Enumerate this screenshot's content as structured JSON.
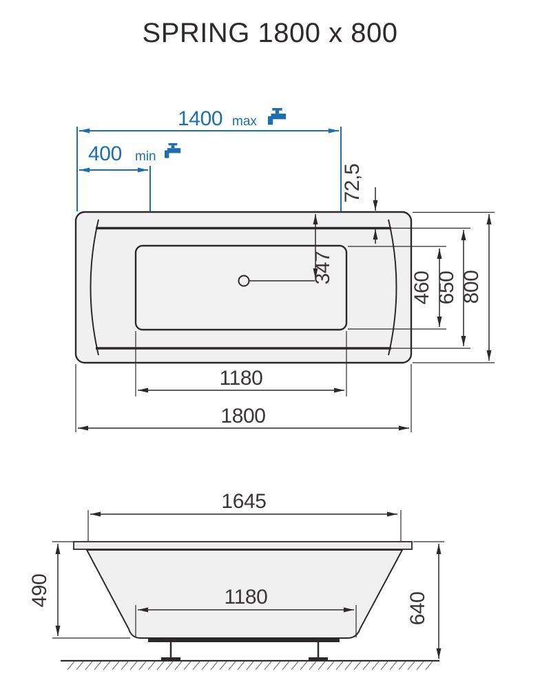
{
  "title": "SPRING 1800 x 800",
  "colors": {
    "accent_blue": "#1b6fb0",
    "line": "#2d292b",
    "tub_fill": "#f0f0f1"
  },
  "icons": {
    "tap": "faucet-icon"
  },
  "top_view": {
    "tap_max": {
      "value": "1400",
      "qualifier": "max"
    },
    "tap_min": {
      "value": "400",
      "qualifier": "min"
    },
    "rim_width": "72,5",
    "drain_offset": "347",
    "basin_width": "460",
    "inner_width": "650",
    "overall_width": "800",
    "basin_length": "1180",
    "overall_length": "1800"
  },
  "side_view": {
    "rim_length": "1645",
    "bottom_length": "1180",
    "inner_depth": "490",
    "overall_height": "640"
  }
}
